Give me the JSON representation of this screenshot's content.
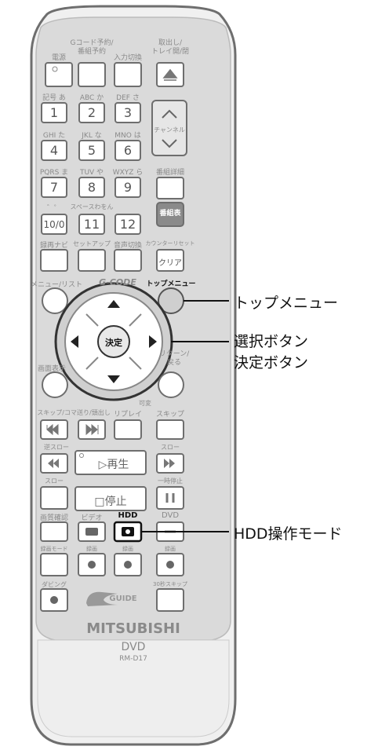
{
  "remote": {
    "row1": {
      "labels": [
        "電源",
        "Gコード予約/\n番組予約",
        "入力切換",
        "取出し/\nトレイ開/閉"
      ],
      "eject_icon": "eject-icon"
    },
    "row2": {
      "labels": [
        "記号 あ",
        "ABC か",
        "DEF さ"
      ],
      "buttons": [
        "1",
        "2",
        "3"
      ]
    },
    "row3": {
      "labels": [
        "GHI た",
        "JKL な",
        "MNO は"
      ],
      "buttons": [
        "4",
        "5",
        "6"
      ]
    },
    "channel": {
      "label": "チャンネル"
    },
    "row4": {
      "labels": [
        "PQRS ま",
        "TUV や",
        "WXYZ ら",
        "番組詳細"
      ],
      "buttons": [
        "7",
        "8",
        "9"
      ]
    },
    "row5": {
      "labels": [
        "゛゜",
        "スペースわをん",
        "番組表"
      ],
      "buttons": [
        "10/0",
        "11",
        "12"
      ]
    },
    "row6": {
      "labels": [
        "録再ナビ",
        "セットアップ",
        "音声切換",
        "カウンターリセット"
      ],
      "clear": "クリア"
    },
    "row7": {
      "labels": [
        "メニュー/リスト",
        "G-CODE",
        "トップメニュー"
      ]
    },
    "dpad": {
      "center": "決定"
    },
    "row8": {
      "labels": [
        "画面表示",
        "リターン/\n戻る"
      ]
    },
    "row9": {
      "labels": [
        "スキップ/コマ送り/頭出し",
        "リプレイ",
        "可変",
        "スキップ"
      ]
    },
    "row10": {
      "labels": [
        "逆スロー",
        "スロー"
      ],
      "play": "▷再生"
    },
    "row11": {
      "labels": [
        "スロー",
        "一時停止"
      ],
      "stop": "□停止"
    },
    "row12": {
      "labels": [
        "画質確認",
        "ビデオ",
        "HDD",
        "DVD"
      ]
    },
    "row13": {
      "labels": [
        "録画モード",
        "録画",
        "録画",
        "録画"
      ]
    },
    "row14": {
      "labels": [
        "ダビング",
        "30秒スキップ"
      ],
      "guide": "GUIDE"
    },
    "brand": "MITSUBISHI",
    "model": "DVD",
    "model_number": "RM-D17"
  },
  "callouts": {
    "top_menu": "トップメニュー",
    "select": "選択ボタン",
    "enter": "決定ボタン",
    "hdd_mode": "HDD操作モード"
  }
}
